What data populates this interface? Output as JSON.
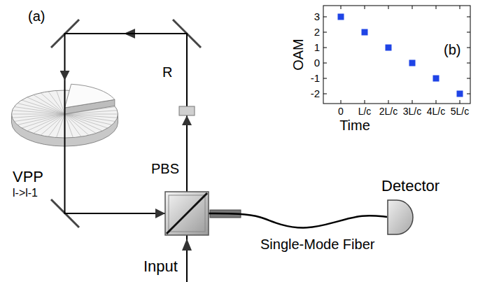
{
  "diagram": {
    "nodes": [
      {
        "text": [
          "R"
        ]
      },
      {
        "text": [
          "VPP",
          "l->l-1"
        ]
      },
      {
        "text": [
          "PBS"
        ]
      },
      {
        "text": [
          "Detector"
        ]
      }
    ],
    "edges": [
      {
        "from": 2,
        "to": 0,
        "arrow": "to"
      },
      {
        "from": 0,
        "to": 1,
        "arrow": "to"
      },
      {
        "from": 1,
        "to": 2,
        "arrow": "to"
      },
      {
        "from": 2,
        "to": 3,
        "arrow": "none"
      }
    ],
    "labels": [
      "(a)",
      "Input",
      "Single-Mode Fiber",
      "(b)",
      "OAM",
      "Time",
      "3",
      "2",
      "1",
      "0",
      "-1",
      "-2",
      "0",
      "L/c",
      "2L/c",
      "3L/c",
      "4L/c",
      "5L/c"
    ]
  }
}
